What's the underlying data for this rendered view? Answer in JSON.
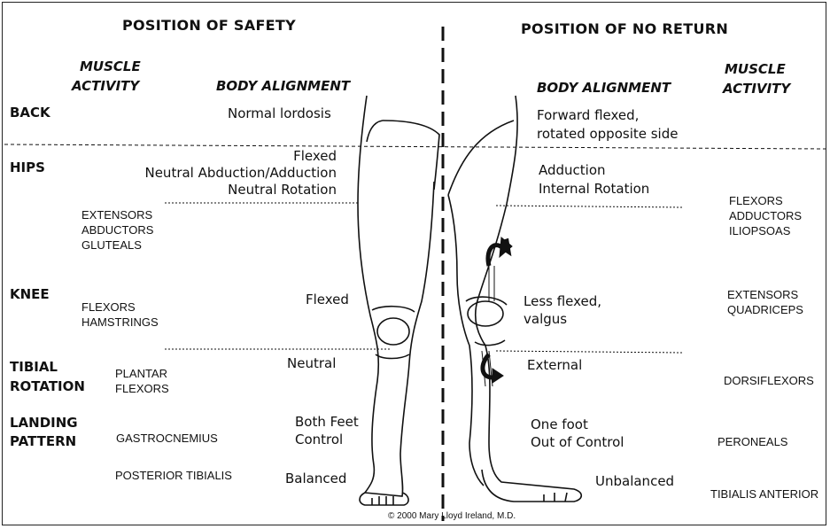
{
  "titles": {
    "safety": "POSITION OF SAFETY",
    "no_return": "POSITION OF NO RETURN"
  },
  "headers": {
    "muscle_activity_left": [
      "MUSCLE",
      "ACTIVITY"
    ],
    "body_alignment_left": "BODY ALIGNMENT",
    "body_alignment_right": "BODY ALIGNMENT",
    "muscle_activity_right": [
      "MUSCLE",
      "ACTIVITY"
    ]
  },
  "rows": {
    "back": {
      "label": [
        "BACK"
      ],
      "safety": [
        "Normal lordosis"
      ],
      "no_return": [
        "Forward flexed,",
        "rotated opposite side"
      ]
    },
    "hips": {
      "label": [
        "HIPS"
      ],
      "safety": [
        "Flexed",
        "Neutral Abduction/Adduction",
        "Neutral Rotation"
      ],
      "no_return": [
        "Adduction",
        "Internal Rotation"
      ]
    },
    "knee": {
      "label": [
        "KNEE"
      ],
      "safety": [
        "Flexed"
      ],
      "no_return": [
        "Less flexed,",
        "valgus"
      ]
    },
    "tibial_rotation": {
      "label": [
        "TIBIAL",
        "ROTATION"
      ],
      "safety": [
        "Neutral"
      ],
      "no_return": [
        "External"
      ]
    },
    "landing_pattern": {
      "label": [
        "LANDING",
        "PATTERN"
      ],
      "safety": [
        "Both Feet",
        "Control"
      ],
      "no_return": [
        "One foot",
        "Out of Control"
      ]
    },
    "balance": {
      "safety": [
        "Balanced"
      ],
      "no_return": [
        "Unbalanced"
      ]
    }
  },
  "muscles_left": {
    "hips": [
      "EXTENSORS",
      "ABDUCTORS",
      "GLUTEALS"
    ],
    "knee": [
      "FLEXORS",
      "HAMSTRINGS"
    ],
    "tibial": [
      "PLANTAR",
      "FLEXORS"
    ],
    "landing": [
      "GASTROCNEMIUS"
    ],
    "balance": [
      "POSTERIOR TIBIALIS"
    ]
  },
  "muscles_right": {
    "hips": [
      "FLEXORS",
      "ADDUCTORS",
      "ILIOPSOAS"
    ],
    "knee": [
      "EXTENSORS",
      "QUADRICEPS"
    ],
    "tibial": [
      "DORSIFLEXORS"
    ],
    "landing": [
      "PERONEALS"
    ],
    "balance": [
      "TIBIALIS ANTERIOR"
    ]
  },
  "copyright": "© 2000 Mary Lloyd Ireland, M.D.",
  "colors": {
    "ink": "#111111",
    "background": "#ffffff"
  }
}
